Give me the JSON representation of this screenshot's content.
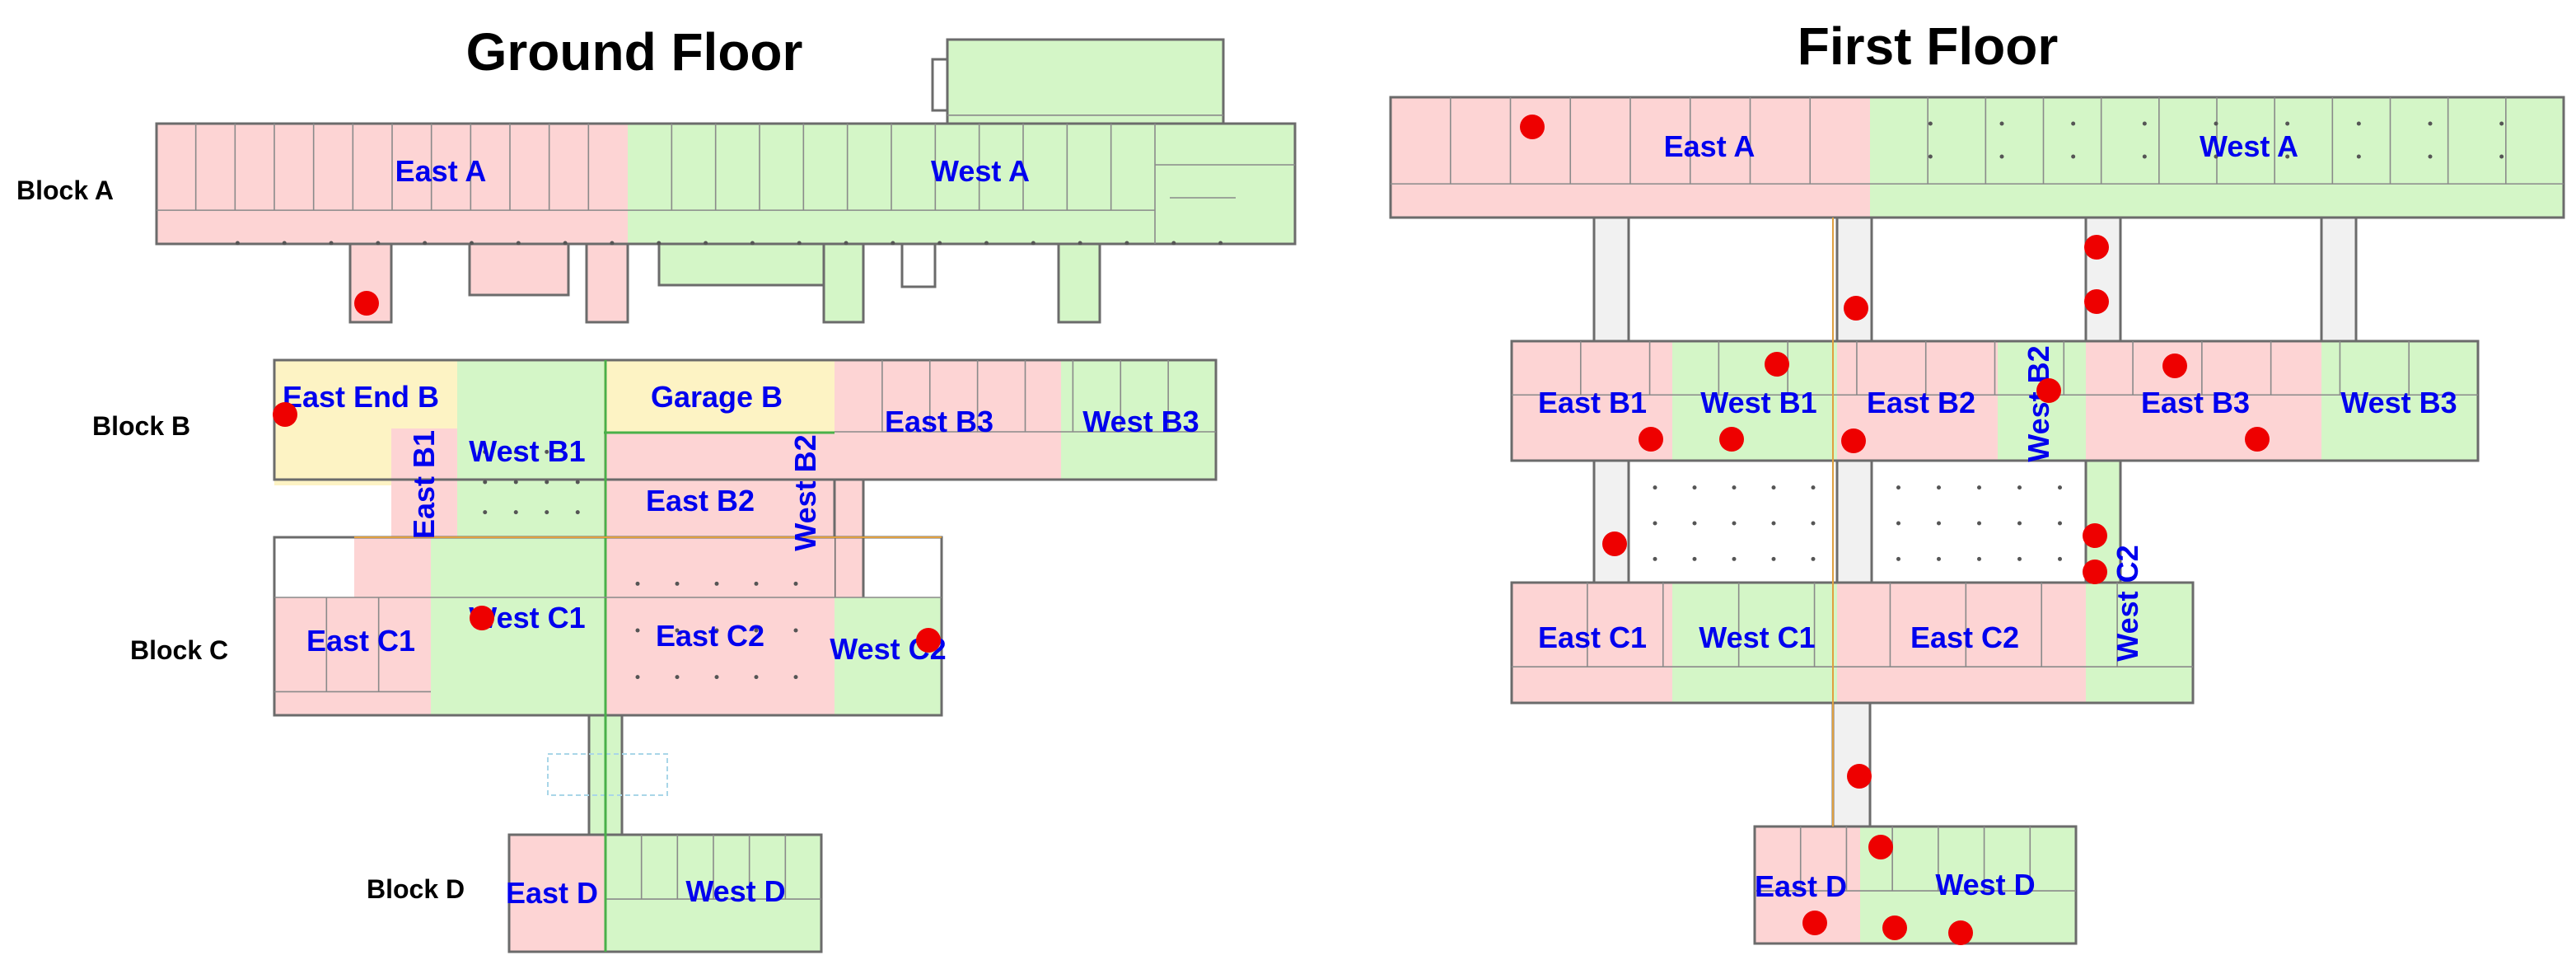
{
  "colors": {
    "east": "#fdd4d4",
    "west": "#d4f6c7",
    "garage": "#fdf3c4",
    "label": "#0000ee",
    "marker": "#ee0000",
    "corridor": "#f1f1f1"
  },
  "ground_floor": {
    "title": "Ground Floor",
    "blocks": {
      "a": "Block A",
      "b": "Block B",
      "c": "Block C",
      "d": "Block D"
    },
    "zones": {
      "east_a": "East A",
      "west_a": "West A",
      "east_end_b": "East End B",
      "garage_b": "Garage B",
      "west_b1": "West B1",
      "east_b1": "East B1",
      "east_b2": "East B2",
      "west_b2": "West B2",
      "east_b3": "East B3",
      "west_b3": "West B3",
      "east_c1": "East C1",
      "west_c1": "West C1",
      "east_c2": "East C2",
      "west_c2": "West C2",
      "east_d": "East D",
      "west_d": "West D"
    }
  },
  "first_floor": {
    "title": "First Floor",
    "zones": {
      "east_a": "East A",
      "west_a": "West A",
      "east_b1": "East B1",
      "west_b1": "West B1",
      "east_b2": "East B2",
      "west_b2": "West B2",
      "east_b3": "East B3",
      "west_b3": "West B3",
      "east_c1": "East C1",
      "west_c1": "West C1",
      "east_c2": "East C2",
      "west_c2": "West C2",
      "east_d": "East D",
      "west_d": "West D"
    }
  }
}
